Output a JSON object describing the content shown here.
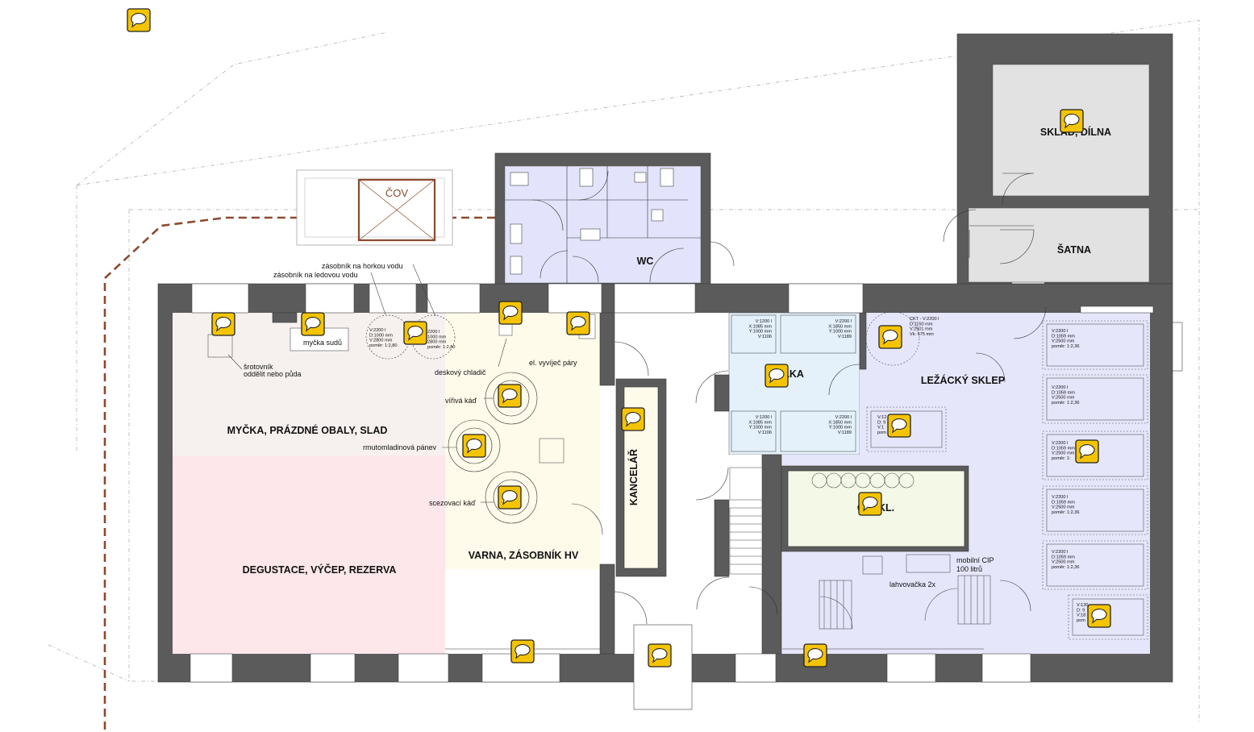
{
  "rooms": {
    "sklad_dilna": "SKLAD, DÍLNA",
    "satna": "ŠATNA",
    "wc": "WC",
    "cov": "ČOV",
    "myčka_obaly_slad": "MYČKA, PRÁZDNÉ OBALY, SLAD",
    "degustace": "DEGUSTACE, VÝČEP, REZERVA",
    "varna": "VARNA, ZÁSOBNÍK HV",
    "kancelar": "KANCELÁŘ",
    "spilka": "SPILKA",
    "lezacky_sklep": "LEŽÁCKÝ SKLEP",
    "cip_kl": "CIP, KL."
  },
  "notes": {
    "zasobnik_horka": "zásobník na horkou vodu",
    "zasobnik_ledova": "zásobník na ledovou vodu",
    "mycka_sudu": "myčka sudů",
    "srotovnik_1": "šrotovník",
    "srotovnik_2": "oddělit nebo půda",
    "el_vyvijec": "el. vyvíječ páry",
    "deskovy_chladic": "deskový chladič",
    "virive_kad": "vířivá káď",
    "rmutomladinova": "rmutomladinová pánev",
    "scezovaci": "scezovací káď",
    "mobilni_cip_1": "mobilní CIP",
    "mobilni_cip_2": "100 litrů",
    "lahvovacka": "lahvovačka 2x"
  },
  "tank_specs": {
    "zasobnik_left": [
      "V:2200 l",
      "D:1000 mm",
      "V:2800 mm",
      "poměr: 1:2,80"
    ],
    "zasobnik_right": [
      "2200 l",
      "1000 mm",
      "2800 mm",
      "poměr: 1:2,80"
    ],
    "spilka_a": [
      "V:1200 l",
      "X:1085 mm",
      "Y:1000 mm",
      "V:1106"
    ],
    "spilka_b": [
      "V:2200 l",
      "X:1850 mm",
      "Y:1000 mm",
      "V:1189"
    ],
    "spilka_c": [
      "V:1200 l",
      "X:1085 mm",
      "Y:1000 mm",
      "V:1106"
    ],
    "spilka_d": [
      "V:2200 l",
      "X:1850 mm",
      "Y:1000 mm",
      "V:1189"
    ],
    "ckt": [
      "CKT - V:2200 l",
      "D:1150 mm",
      "V:2501 mm",
      "Vk: 575 mm"
    ],
    "lezak_1": [
      "V:2200 l",
      "D:1059 mm",
      "V:2500 mm",
      "poměr: 1:2,36"
    ],
    "lezak_2": [
      "V:2200 l",
      "D:1059 mm",
      "V:2500 mm",
      "poměr: 1:2,36"
    ],
    "lezak_3": [
      "V:2200 l",
      "D:1059 mm",
      "V:2500 mm",
      "poměr: 1:"
    ],
    "lezak_4": [
      "V:2200 l",
      "D:1059 mm",
      "V:2500 mm",
      "poměr: 1:2,36"
    ],
    "lezak_5": [
      "V:2200 l",
      "D:1059 mm",
      "V:2500 mm",
      "poměr: 1:2,36"
    ],
    "lezak_6": [
      "V:120",
      "D: 9",
      "V:18",
      "pom"
    ],
    "small_tank": [
      "V:12",
      "D: 9",
      "V:1",
      "pom"
    ],
    "small_tank_mm": [
      "mm",
      "mm"
    ]
  },
  "colors": {
    "wall": "#5b5b5b",
    "wc_fill": "#e3e3fb",
    "storage_fill": "#e2e2e2",
    "mycka_fill": "#f6f1ef",
    "degustace_fill": "#fde7ea",
    "varna_fill": "#fffbea",
    "spilka_fill": "#e4f1fb",
    "sklep_fill": "#e6e6fb",
    "cip_fill": "#f3f9e6",
    "sewer_line": "#8b4a2e",
    "comment_icon": "#f5c400"
  }
}
